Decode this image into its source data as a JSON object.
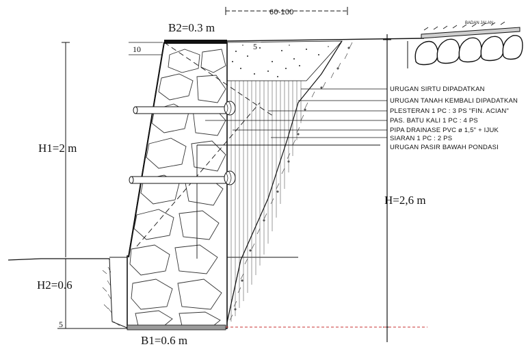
{
  "dimensions": {
    "top_width": "60-100",
    "b2": "B2=0.3 m",
    "h1": "H1=2 m",
    "h2": "H2=0.6",
    "b1": "B1=0.6 m",
    "h_total": "H=2,6 m",
    "top_thickness": "10",
    "top_small": "5",
    "bottom_small": "5"
  },
  "road_label": "BADAN JALAN",
  "legend": [
    "URUGAN SIRTU DIPADATKAN",
    "URUGAN TANAH KEMBALI DIPADATKAN",
    "PLESTERAN 1 PC : 3 PS \"FIN. ACIAN\"",
    "PAS. BATU KALI 1 PC : 4 PS",
    "PIPA DRAINASE PVC ø 1,5\" + IJUK",
    "SIARAN 1 PC : 2 PS",
    "URUGAN PASIR BAWAH PONDASI"
  ],
  "colors": {
    "line": "#111111",
    "reference_line": "#c83232",
    "sand": "#9a9a9a"
  }
}
